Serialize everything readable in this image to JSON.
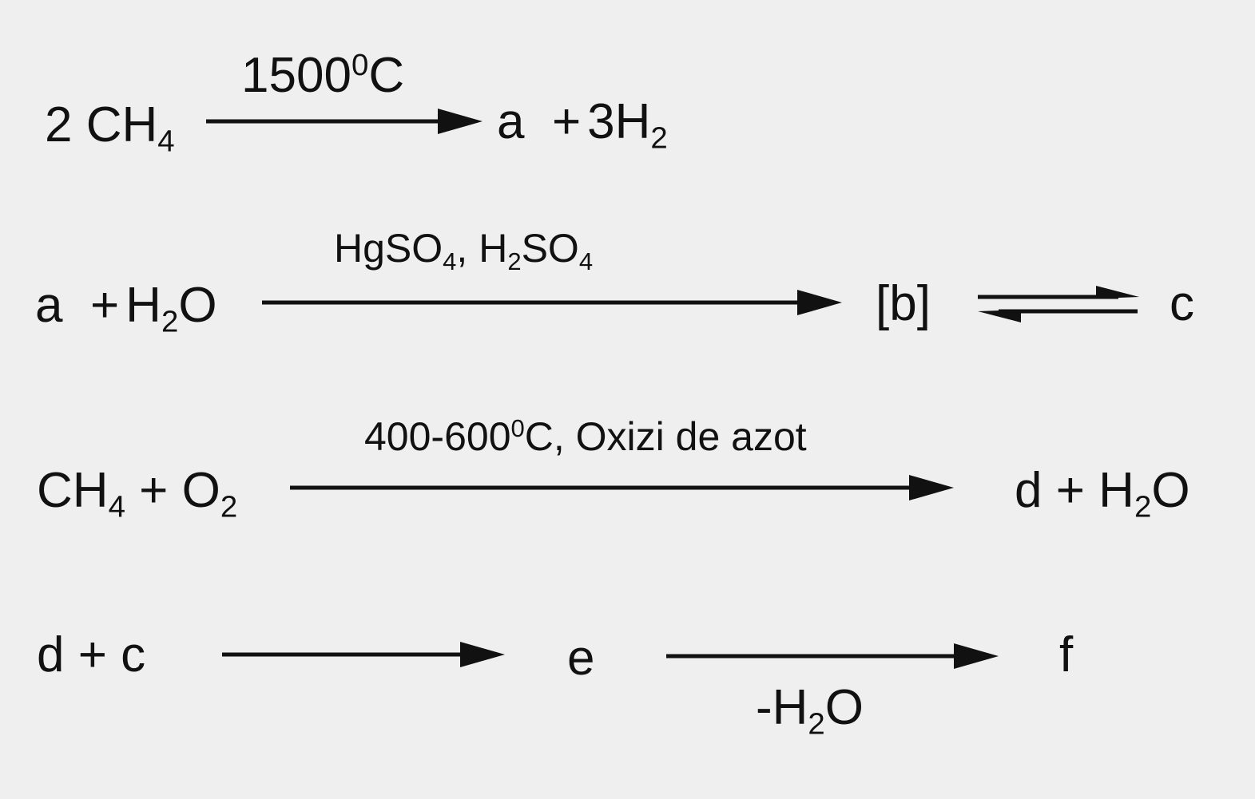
{
  "reactions": [
    {
      "reactants": {
        "coef": "2",
        "formula": "CH",
        "sub": "4"
      },
      "condition": {
        "text": "1500",
        "sup": "0",
        "unit": "C"
      },
      "products": {
        "a": "a",
        "plus": "+",
        "h2": "3H",
        "h2_sub": "2"
      }
    },
    {
      "reactants": {
        "a": "a",
        "plus": "+",
        "h": "H",
        "h_sub": "2",
        "o": "O"
      },
      "condition": {
        "p1": "HgSO",
        "p1_sub": "4",
        "p2": ", H",
        "p2_sub": "2",
        "p3": "SO",
        "p3_sub": "4"
      },
      "intermediate": "[b]",
      "product": "c"
    },
    {
      "reactants": {
        "ch": "CH",
        "ch_sub": "4",
        "plus": "+",
        "o": "O",
        "o_sub": "2"
      },
      "condition": {
        "text": "400-600",
        "sup": "0",
        "rest": "C, Oxizi de azot"
      },
      "products": {
        "d": "d",
        "plus": "+",
        "h": "H",
        "h_sub": "2",
        "o": "O"
      }
    },
    {
      "reactants": "d + c",
      "product_e": "e",
      "condition": {
        "minus": "-H",
        "sub": "2",
        "o": "O"
      },
      "product_f": "f"
    }
  ]
}
